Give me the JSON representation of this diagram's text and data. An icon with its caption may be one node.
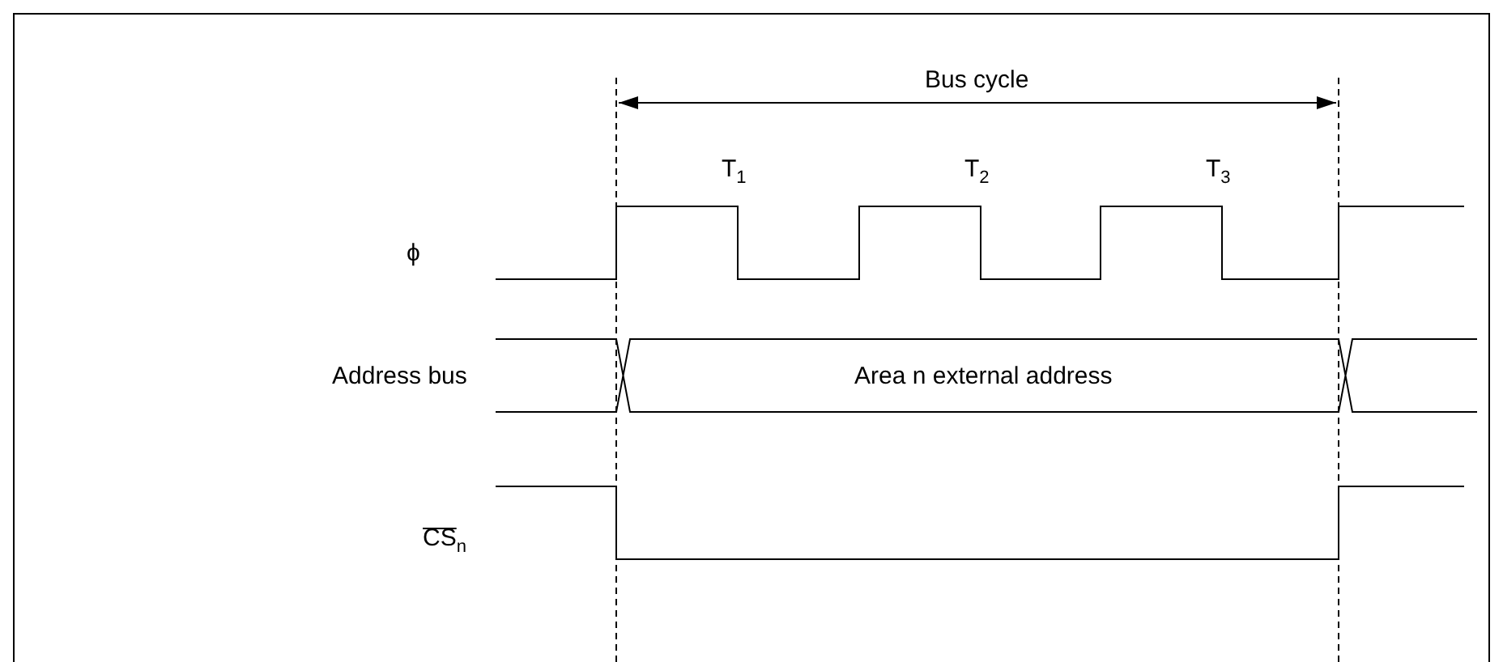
{
  "diagram": {
    "labels": [
      "Bus cycle",
      "T$_{1}$",
      "T$_{2}$",
      "T$_{3}$",
      "ϕ",
      "Address bus",
      "Area n external address",
      "CS$_{n}$"
    ]
  }
}
